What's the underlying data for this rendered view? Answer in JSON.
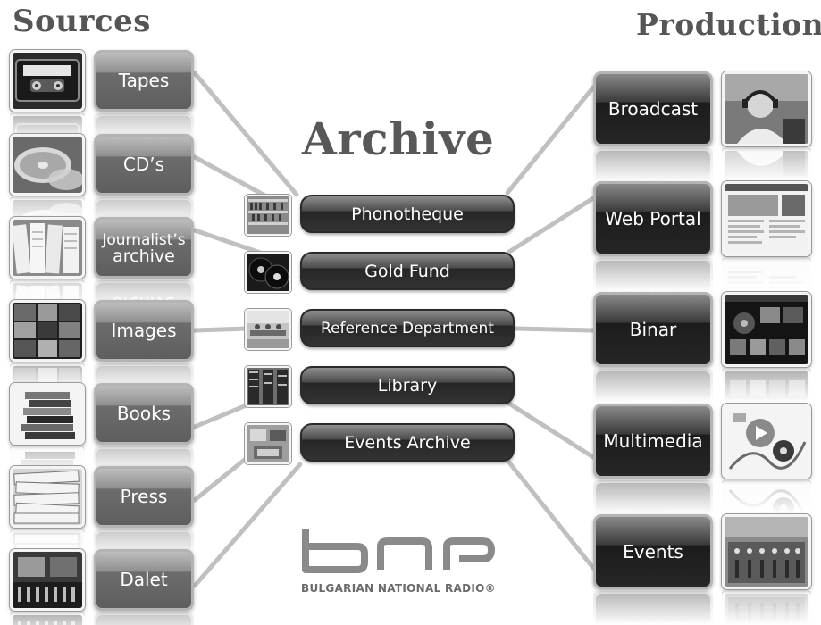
{
  "headings": {
    "sources": "Sources",
    "production": "Production",
    "archive": "Archive"
  },
  "sources": [
    {
      "label": "Tapes",
      "icon": "cassette-tape-icon"
    },
    {
      "label": "CD’s",
      "icon": "compact-disc-icon"
    },
    {
      "label_line1": "Journalist’s",
      "label_line2": "archive",
      "icon": "documents-icon"
    },
    {
      "label": "Images",
      "icon": "photos-icon"
    },
    {
      "label": "Books",
      "icon": "books-icon"
    },
    {
      "label": "Press",
      "icon": "newspapers-icon"
    },
    {
      "label": "Dalet",
      "icon": "studio-console-icon"
    }
  ],
  "archive": [
    {
      "label": "Phonotheque",
      "icon": "shelves-icon"
    },
    {
      "label": "Gold Fund",
      "icon": "vinyl-records-icon"
    },
    {
      "label": "Reference Department",
      "icon": "reading-room-icon"
    },
    {
      "label": "Library",
      "icon": "bookcase-icon"
    },
    {
      "label": "Events Archive",
      "icon": "exhibition-icon"
    }
  ],
  "production": [
    {
      "label": "Broadcast",
      "icon": "radio-host-icon"
    },
    {
      "label": "Web Portal",
      "icon": "website-icon"
    },
    {
      "label": "Binar",
      "icon": "media-player-icon"
    },
    {
      "label": "Multimedia",
      "icon": "multimedia-art-icon"
    },
    {
      "label": "Events",
      "icon": "mixing-desk-icon"
    }
  ],
  "logo": {
    "caption": "BULGARIAN NATIONAL RADIO®"
  },
  "colors": {
    "heading": "#555555",
    "source_tile": "#6e6e6e",
    "production_tile": "#262626",
    "connector": "#bdbdbd"
  }
}
